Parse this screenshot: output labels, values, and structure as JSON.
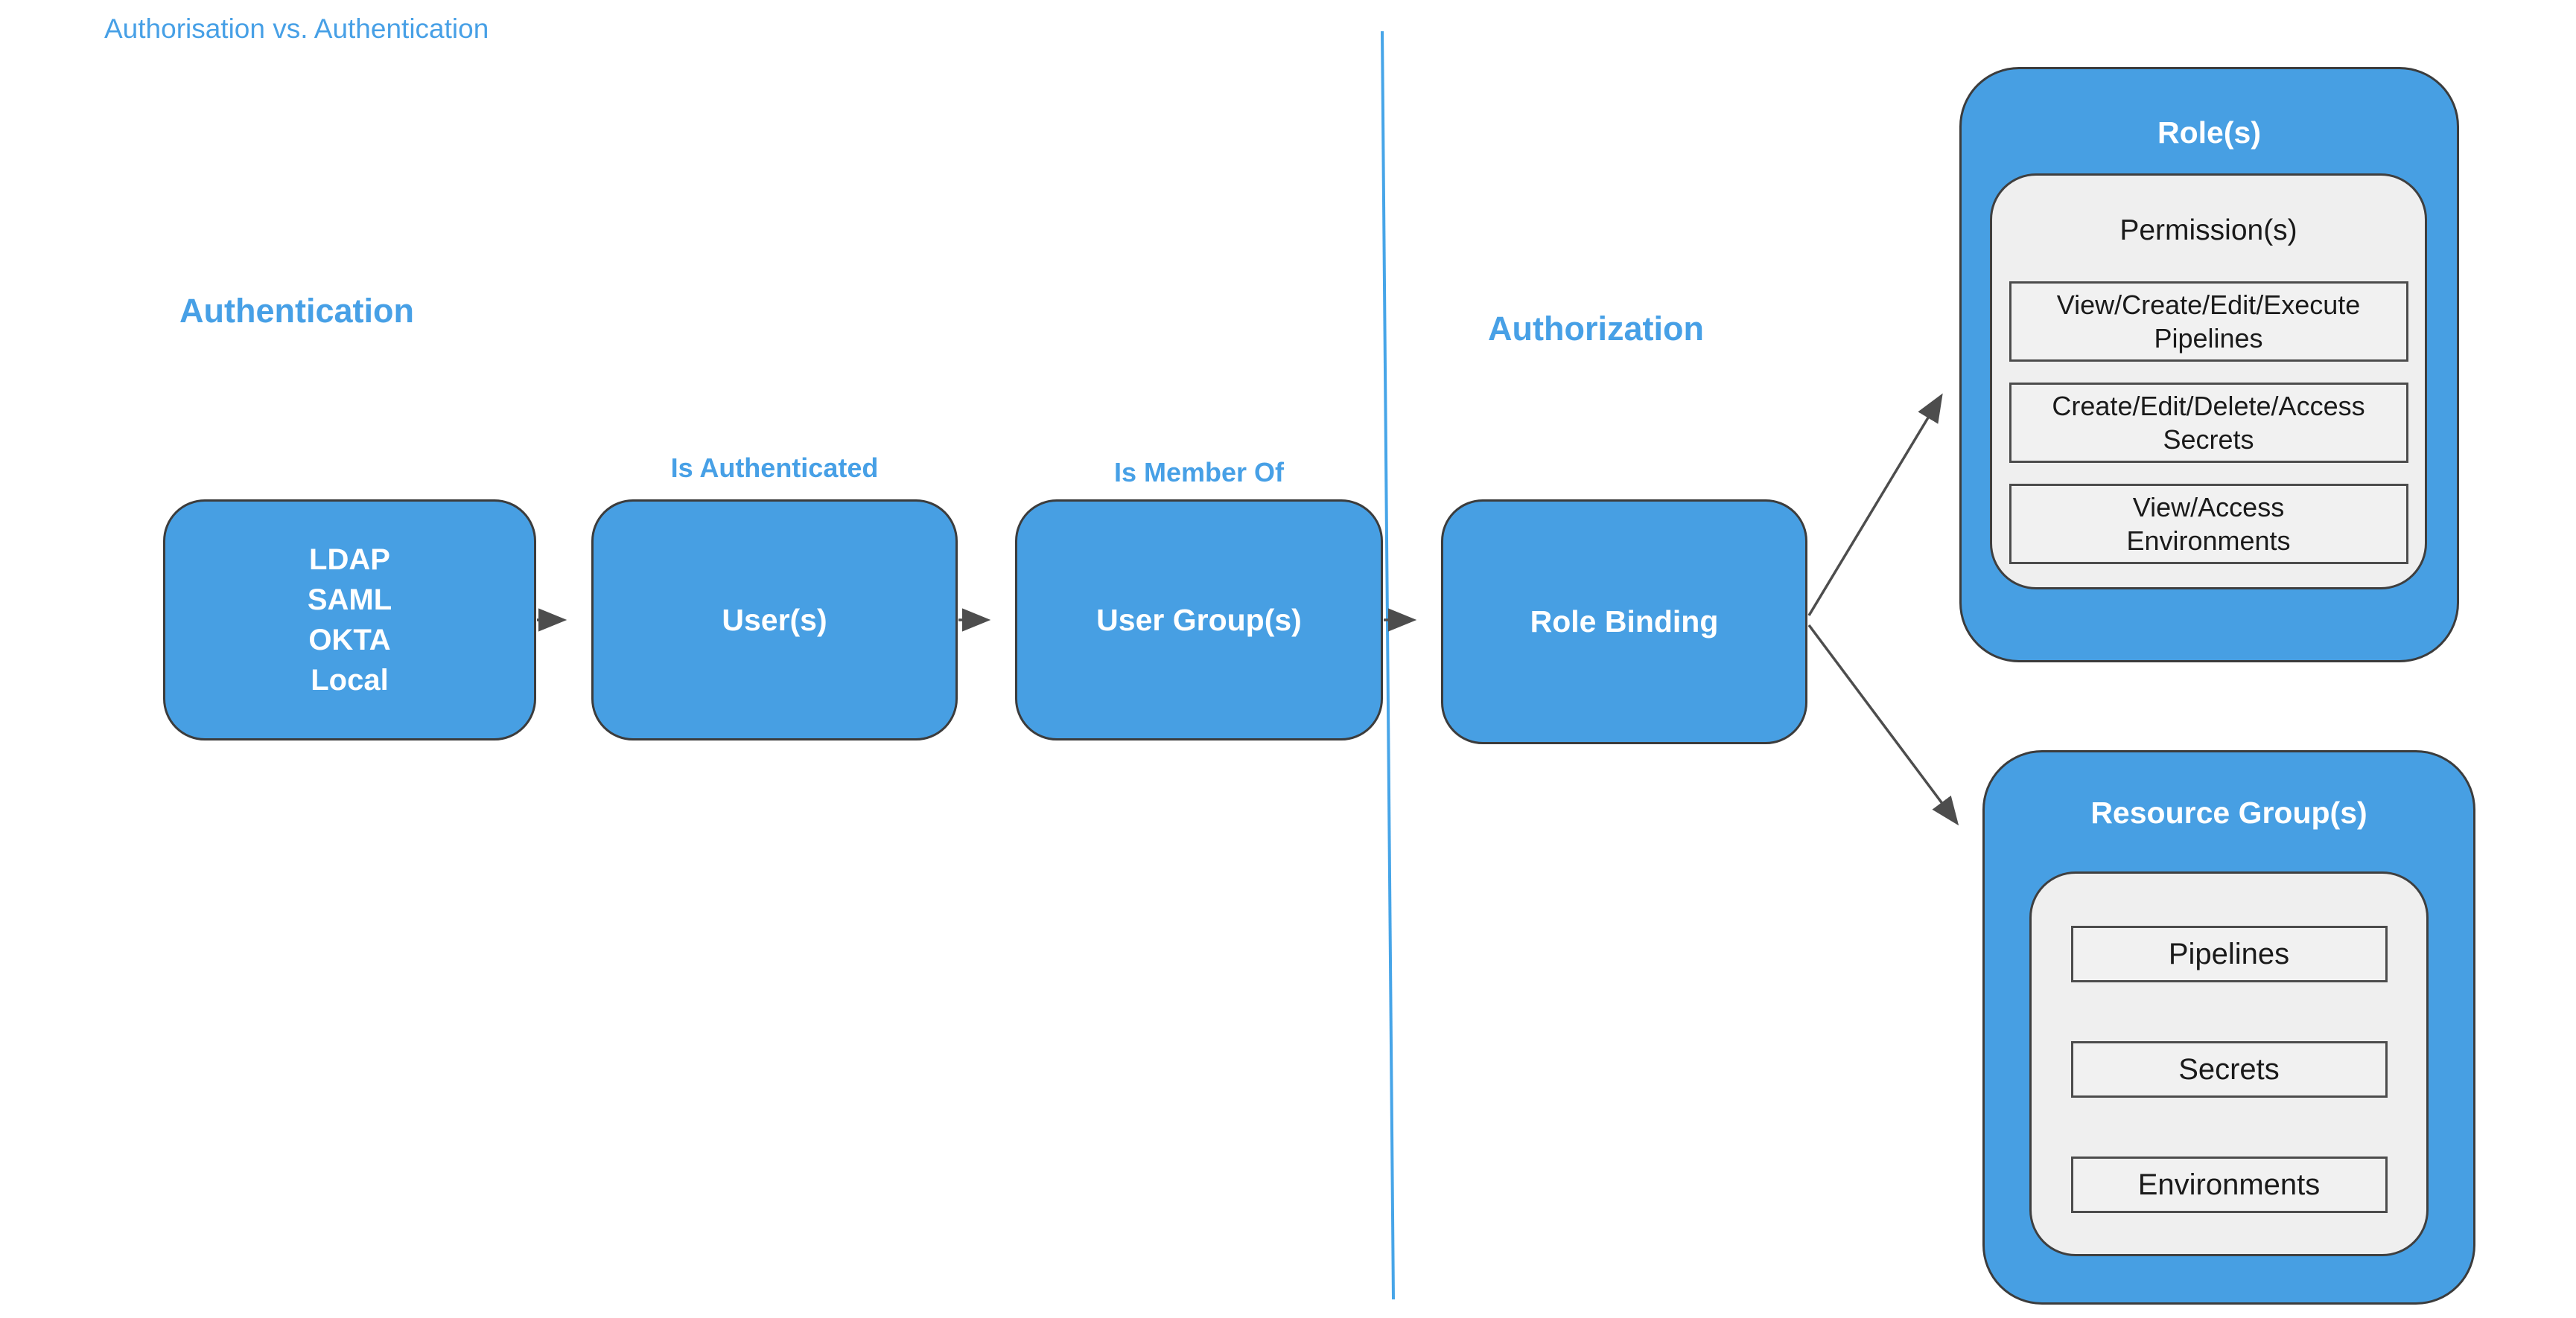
{
  "slide": {
    "title": "Authorisation vs. Authentication"
  },
  "colors": {
    "box_fill": "#479FE3",
    "box_border": "#3C3C3C",
    "box_text": "#FFFFFF",
    "heading_text": "#47A0E6",
    "divider": "#47A5E8",
    "arrow": "#4D4D4D",
    "panel_fill": "#EFEFEF",
    "panel_border": "#3F3F3F",
    "item_fill": "#F1F1F1",
    "item_border": "#4C4C4C",
    "item_text": "#1A1A1A",
    "page_bg": "#FFFFFF"
  },
  "sections": {
    "authentication": {
      "heading": "Authentication"
    },
    "authorization": {
      "heading": "Authorization"
    }
  },
  "flow": {
    "identity_providers": {
      "lines": [
        "LDAP",
        "SAML",
        "OKTA",
        "Local"
      ]
    },
    "users": {
      "label": "User(s)",
      "annotation": "Is Authenticated"
    },
    "user_groups": {
      "label": "User Group(s)",
      "annotation": "Is Member Of"
    },
    "role_binding": {
      "label": "Role Binding"
    }
  },
  "roles": {
    "title": "Role(s)",
    "permissions": {
      "title": "Permission(s)",
      "items": [
        {
          "line1": "View/Create/Edit/Execute",
          "line2": "Pipelines"
        },
        {
          "line1": "Create/Edit/Delete/Access",
          "line2": "Secrets"
        },
        {
          "line1": "View/Access",
          "line2": "Environments"
        }
      ]
    }
  },
  "resource_groups": {
    "title": "Resource Group(s)",
    "items": [
      "Pipelines",
      "Secrets",
      "Environments"
    ]
  }
}
